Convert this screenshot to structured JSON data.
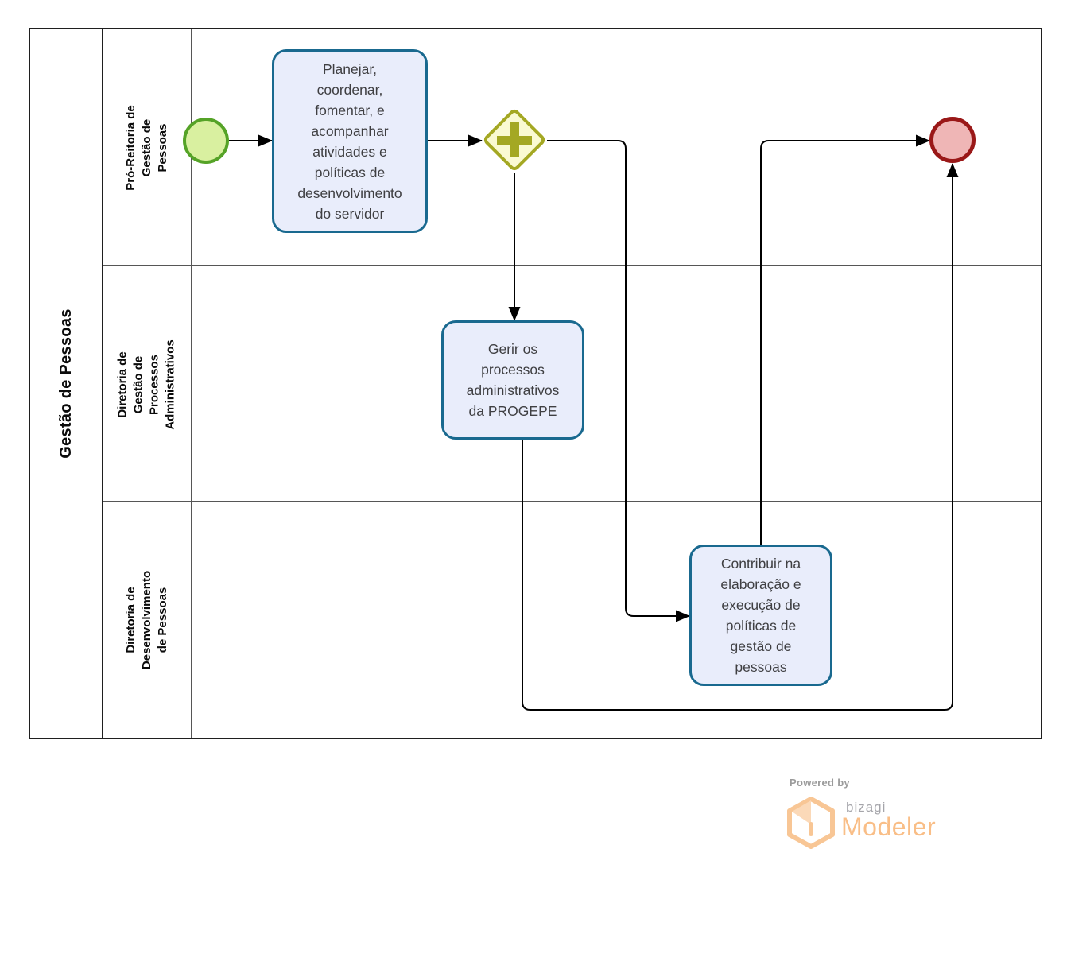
{
  "diagram": {
    "pool": {
      "title": "Gestão de Pessoas"
    },
    "lanes": [
      {
        "id": "pro-reitoria",
        "label": "Pró-Reitoria de Gestão de\nPessoas"
      },
      {
        "id": "diretoria-processos",
        "label": "Diretoria de Gestão de\nProcessos Administrativos"
      },
      {
        "id": "diretoria-desenvolvimento",
        "label": "Diretoria de Desenvolvimento\nde Pessoas"
      }
    ],
    "nodes": {
      "start_event": {
        "type": "start-event",
        "lane": "pro-reitoria"
      },
      "task_planejar": {
        "type": "task",
        "lane": "pro-reitoria",
        "label": "Planejar,\ncoordenar,\nfomentar, e\nacompanhar\natividades e\npolíticas de\ndesenvolvimento\ndo servidor"
      },
      "gateway_parallel": {
        "type": "parallel-gateway",
        "lane": "pro-reitoria"
      },
      "task_gerir": {
        "type": "task",
        "lane": "diretoria-processos",
        "label": "Gerir os\nprocessos\nadministrativos\nda PROGEPE"
      },
      "task_contribuir": {
        "type": "task",
        "lane": "diretoria-desenvolvimento",
        "label": "Contribuir na\nelaboração e\nexecução de\npolíticas de\ngestão de\npessoas"
      },
      "end_event": {
        "type": "end-event",
        "lane": "pro-reitoria"
      }
    },
    "flows": [
      {
        "from": "start_event",
        "to": "task_planejar"
      },
      {
        "from": "task_planejar",
        "to": "gateway_parallel"
      },
      {
        "from": "gateway_parallel",
        "to": "task_gerir"
      },
      {
        "from": "gateway_parallel",
        "to": "task_contribuir"
      },
      {
        "from": "task_gerir",
        "to": "end_event"
      },
      {
        "from": "task_contribuir",
        "to": "end_event"
      }
    ]
  },
  "branding": {
    "powered_by": "Powered by",
    "bizagi": "bizagi",
    "modeler": "Modeler"
  },
  "colors": {
    "task_fill": "#e9edfb",
    "task_stroke": "#19698f",
    "start_fill": "#d9f0a0",
    "start_stroke": "#55a327",
    "gateway_fill": "#fafad2",
    "gateway_stroke": "#a4a823",
    "end_fill": "#efb6b6",
    "end_stroke": "#9a1818",
    "flow_stroke": "#000000",
    "lane_line": "#565656",
    "pool_border": "#1f1f1f",
    "logo_orange": "#f9be87",
    "logo_gray": "#9b9b9b"
  }
}
